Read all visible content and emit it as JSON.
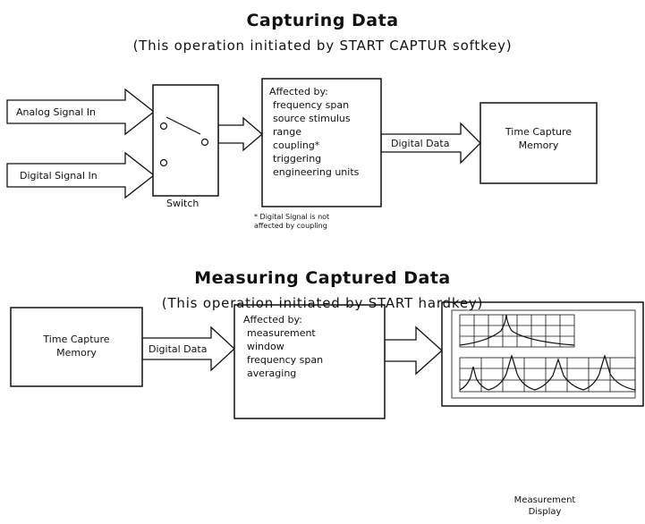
{
  "section1": {
    "title": "Capturing Data",
    "subtitle": "(This operation initiated by START CAPTUR softkey)",
    "analog_label": "Analog Signal In",
    "digital_label": "Digital Signal In",
    "switch_label": "Switch",
    "affected_title": "Affected by:",
    "affected_items": [
      "frequency span",
      "source stimulus",
      "range",
      "coupling*",
      "triggering",
      "engineering units"
    ],
    "digital_data_label": "Digital Data",
    "memory_label": "Time Capture\nMemory",
    "footnote": "* Digital Signal is not\naffected by coupling"
  },
  "section2": {
    "title": "Measuring Captured Data",
    "subtitle": "(This operation initiated by START hardkey)",
    "memory_label": "Time Capture\nMemory",
    "digital_data_label": "Digital Data",
    "affected_title": "Affected by:",
    "affected_items": [
      "measurement",
      "window",
      "frequency span",
      "averaging"
    ],
    "display_label": "Measurement\nDisplay"
  }
}
